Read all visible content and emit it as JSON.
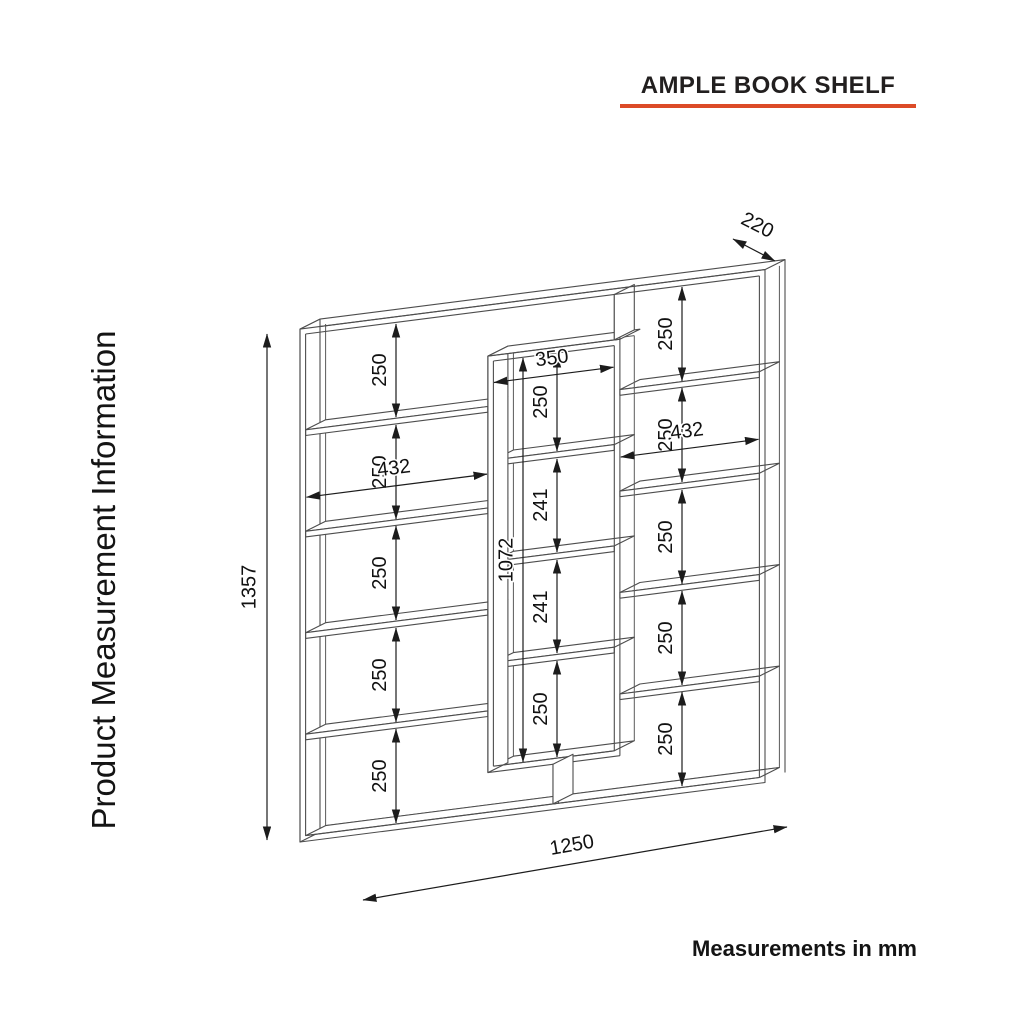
{
  "page": {
    "title": "AMPLE BOOK SHELF",
    "side_label": "Product Measurement Information",
    "footer_note": "Measurements in mm",
    "accent_color": "#DC4B27"
  },
  "dimensions": {
    "overall_height": "1357",
    "overall_width": "1250",
    "depth": "220",
    "column_width": "432",
    "cell_height": "250",
    "tower_inner_width": "350",
    "tower_inner_height": "1072",
    "tower_cell_height": "241"
  }
}
